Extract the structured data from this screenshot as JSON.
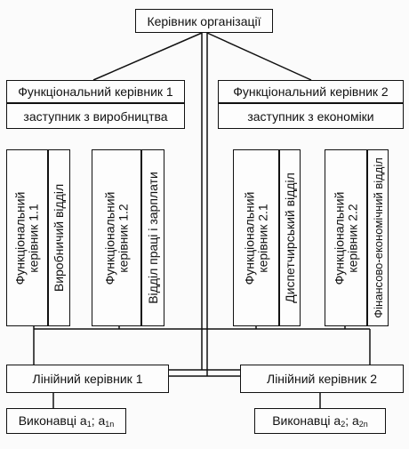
{
  "nodes": {
    "top": {
      "label": "Керівник організації"
    },
    "func1": {
      "label": "Функціональний керівник 1"
    },
    "func2": {
      "label": "Функціональний керівник 2"
    },
    "dep1": {
      "label": "заступник з виробництва"
    },
    "dep2": {
      "label": "заступник з економіки"
    },
    "v_func11": {
      "line1": "Функціональний",
      "line2": "керівник 1.1"
    },
    "v_dept_prod": {
      "label": "Виробничий відділ"
    },
    "v_func12": {
      "line1": "Функціональний",
      "line2": "керівник 1.2"
    },
    "v_dept_labor": {
      "label": "Відділ праці і зарплати"
    },
    "v_func21": {
      "line1": "Функціональний",
      "line2": "керівник 2.1"
    },
    "v_dept_disp": {
      "label": "Диспетчирський відділ"
    },
    "v_func22": {
      "line1": "Функціональний",
      "line2": "керівник 2.2"
    },
    "v_dept_fin": {
      "label": "Фінансово-економічний відділ"
    },
    "line1": {
      "label": "Лінійний керівник 1"
    },
    "line2": {
      "label": "Лінійний керівник 2"
    },
    "exec1": {
      "prefix": "Виконавці а",
      "sub1": "1",
      "mid": "; а",
      "sub2": "1n"
    },
    "exec2": {
      "prefix": "Виконавці а",
      "sub1": "2",
      "mid": "; а",
      "sub2": "2n"
    }
  }
}
